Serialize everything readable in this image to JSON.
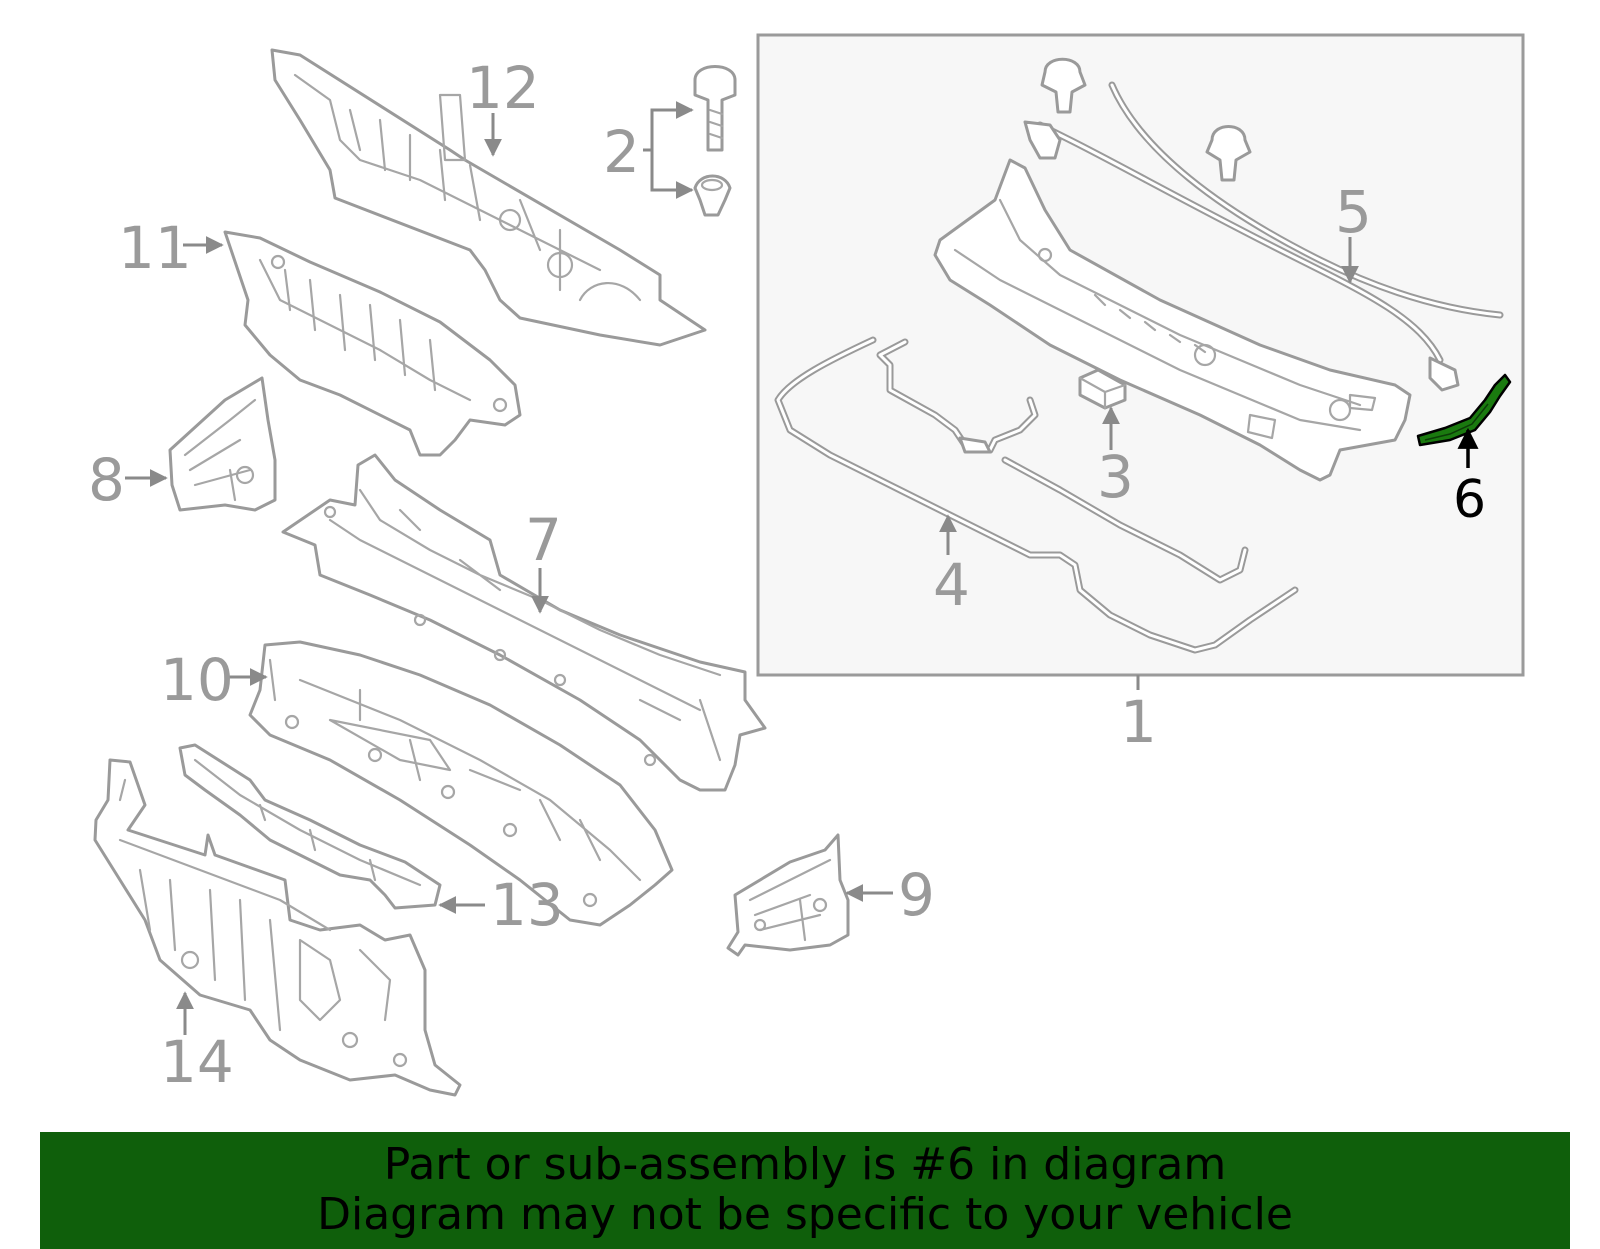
{
  "diagram": {
    "highlight_color": "#1a7a0f",
    "callouts": {
      "c1": "1",
      "c2": "2",
      "c3": "3",
      "c4": "4",
      "c5": "5",
      "c6": "6",
      "c7": "7",
      "c8": "8",
      "c9": "9",
      "c10": "10",
      "c11": "11",
      "c12": "12",
      "c13": "13",
      "c14": "14"
    },
    "highlighted_part": "6"
  },
  "banner": {
    "line1": "Part or sub-assembly is #6 in diagram",
    "line2": "Diagram may not be specific to your vehicle",
    "background": "#0f5f0b"
  }
}
